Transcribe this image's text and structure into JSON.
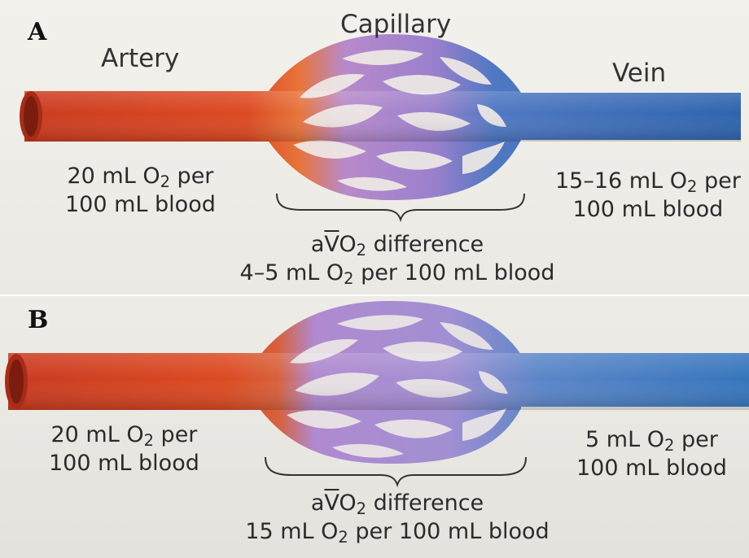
{
  "panels": [
    {
      "letter": "A",
      "titles": {
        "artery": "Artery",
        "capillary": "Capillary",
        "vein": "Vein"
      },
      "artery_o2": {
        "line1": "20 mL O",
        "sub": "2",
        "tail": " per",
        "line2": "100 mL blood"
      },
      "vein_o2": {
        "line1": "15–16 mL O",
        "sub": "2",
        "tail": " per",
        "line2": "100 mL blood"
      },
      "avo2": {
        "a": "a",
        "v": "V",
        "o": "O",
        "sub": "2",
        "label": " difference",
        "line2_pre": "4–5 mL O",
        "line2_sub": "2",
        "line2_post": " per 100 mL blood"
      }
    },
    {
      "letter": "B",
      "artery_o2": {
        "line1": "20 mL O",
        "sub": "2",
        "tail": " per",
        "line2": "100 mL blood"
      },
      "vein_o2": {
        "line1": "5 mL O",
        "sub": "2",
        "tail": " per",
        "line2": "100 mL blood"
      },
      "avo2": {
        "a": "a",
        "v": "V",
        "o": "O",
        "sub": "2",
        "label": " difference",
        "line2_pre": "15 mL O",
        "line2_sub": "2",
        "line2_post": " per 100 mL blood"
      }
    }
  ],
  "colors": {
    "artery": "#d8482a",
    "capillary": "#a07cc8",
    "vein": "#2f6fb8"
  }
}
